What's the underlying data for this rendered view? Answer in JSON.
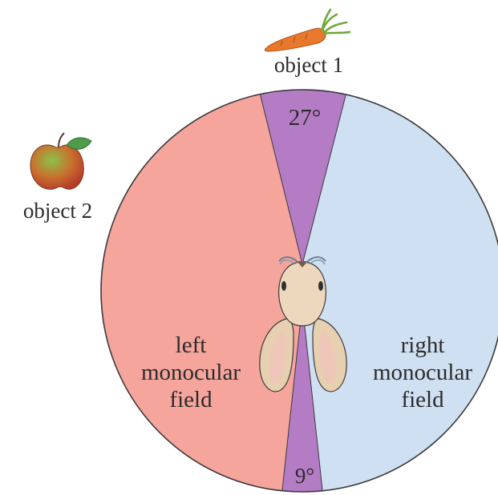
{
  "diagram": {
    "object_1": {
      "label": "object 1",
      "icon": "carrot-icon"
    },
    "object_2": {
      "label": "object 2",
      "icon": "apple-icon"
    },
    "binocular_front_angle": "27°",
    "binocular_rear_angle": "9°",
    "left_field": {
      "lines": [
        "left",
        "monocular",
        "field"
      ],
      "color": "#f5a59c"
    },
    "right_field": {
      "lines": [
        "right",
        "monocular",
        "field"
      ],
      "color": "#cfe0f2"
    },
    "overlap_color": "#b57cc6",
    "animal": "rabbit-head-icon"
  }
}
